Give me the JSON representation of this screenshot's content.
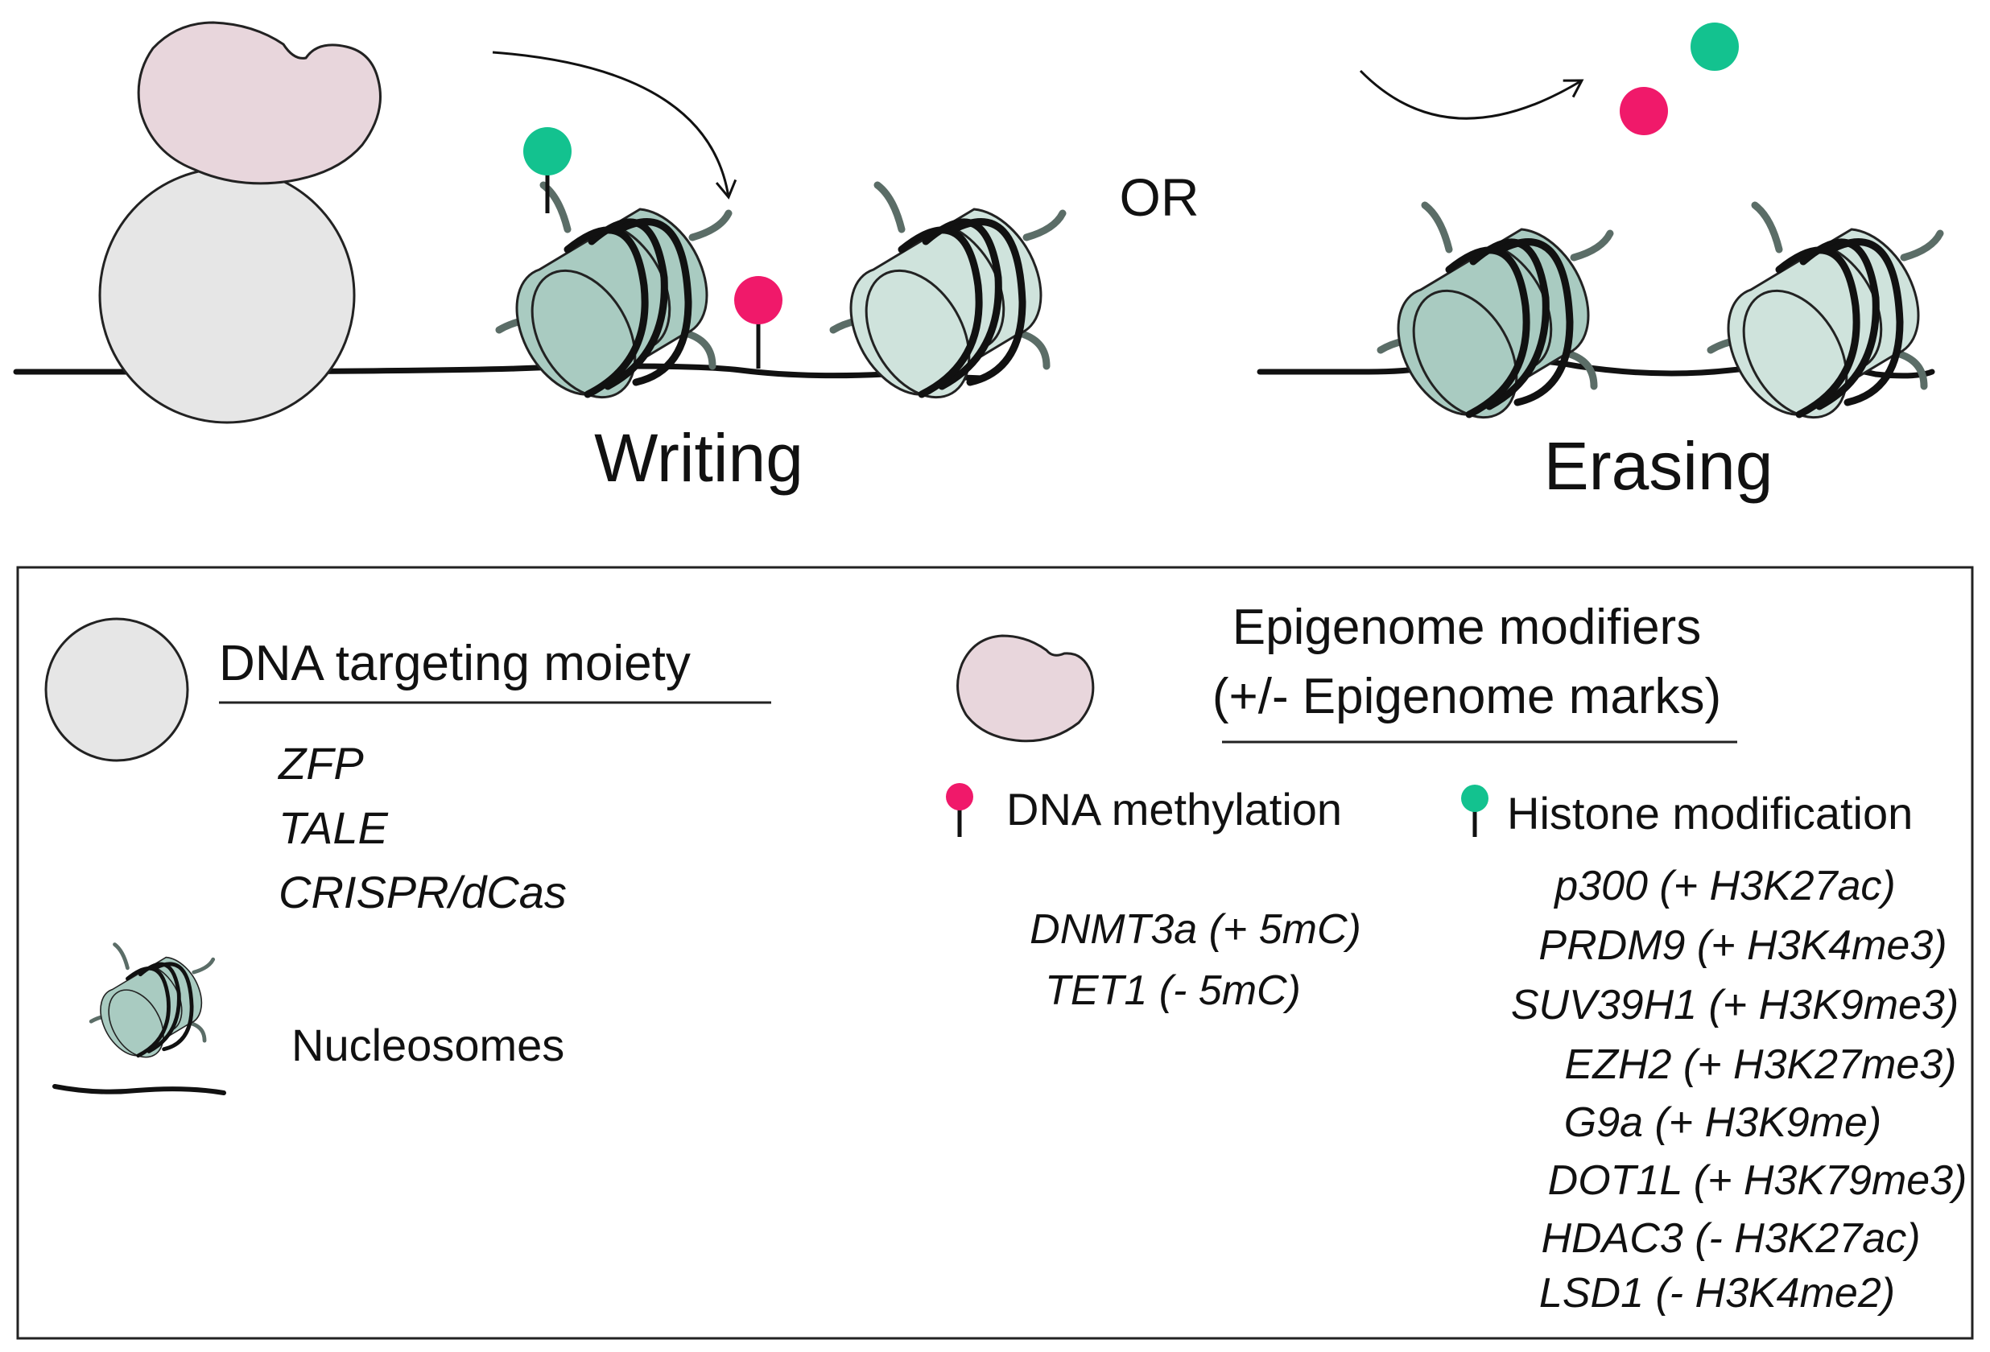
{
  "diagram": {
    "writing_label": "Writing",
    "or_label": "OR",
    "erasing_label": "Erasing"
  },
  "legend": {
    "dna_targeting_title": "DNA targeting moiety",
    "dna_targeting_items": [
      "ZFP",
      "TALE",
      "CRISPR/dCas"
    ],
    "nucleosomes_label": "Nucleosomes",
    "modifiers_title_line1": "Epigenome modifiers",
    "modifiers_title_line2": "(+/- Epigenome marks)",
    "dna_methylation_label": "DNA methylation",
    "histone_modification_label": "Histone modification",
    "dna_methylation_items": [
      "DNMT3a (+ 5mC)",
      "TET1 (- 5mC)"
    ],
    "histone_items": [
      "p300 (+ H3K27ac)",
      "PRDM9 (+ H3K4me3)",
      "SUV39H1 (+ H3K9me3)",
      "EZH2 (+ H3K27me3)",
      "G9a (+ H3K9me)",
      "DOT1L (+ H3K79me3)",
      "HDAC3 (- H3K27ac)",
      "LSD1 (- H3K4me2)"
    ]
  },
  "colors": {
    "dna_targeting_fill": "#e6e6e6",
    "modifier_fill": "#e8d6dc",
    "nucleosome_dark": "#a9cbc1",
    "nucleosome_light": "#cfe3dc",
    "histone_tail": "#5b6d67",
    "methylation_mark": "#f0196a",
    "histone_mark": "#13c28f"
  }
}
